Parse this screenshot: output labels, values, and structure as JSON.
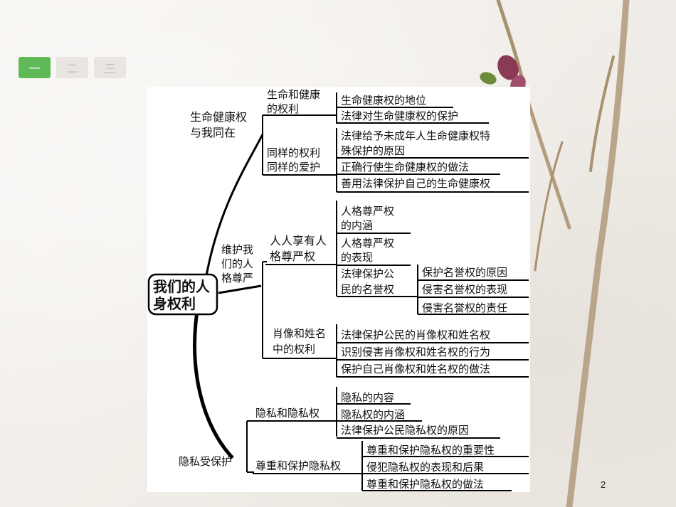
{
  "tabs": [
    {
      "label": "一",
      "active": true
    },
    {
      "label": "二",
      "active": false
    },
    {
      "label": "三",
      "active": false
    }
  ],
  "page_number": "2",
  "mindmap": {
    "root": [
      "我们的人",
      "身权利"
    ],
    "branch1": {
      "label": [
        "生命健康权",
        "与我同在"
      ],
      "sub1": {
        "label": [
          "生命和健康",
          "的权利"
        ],
        "leaves": [
          [
            "生命健康权的地位"
          ],
          [
            "法律对生命健康权的保护"
          ]
        ]
      },
      "sub2": {
        "label": [
          "同样的权利",
          "同样的爱护"
        ],
        "leaves": [
          [
            "法律给予未成年人生命健康权特",
            "殊保护的原因"
          ],
          [
            "正确行使生命健康权的做法"
          ],
          [
            "善用法律保护自己的生命健康权"
          ]
        ]
      }
    },
    "branch2": {
      "label": [
        "维护我",
        "们的人",
        "格尊严"
      ],
      "sub1": {
        "label": [
          "人人享有人",
          "格尊严权"
        ],
        "leaves": [
          [
            "人格尊严权",
            "的内涵"
          ],
          [
            "人格尊严权",
            "的表现"
          ],
          [
            "法律保护公",
            "民的名誉权"
          ]
        ],
        "subleaves": [
          [
            "保护名誉权的原因"
          ],
          [
            "侵害名誉权的表现"
          ],
          [
            "侵害名誉权的责任"
          ]
        ]
      },
      "sub2": {
        "label": [
          "肖像和姓名",
          "中的权利"
        ],
        "leaves": [
          [
            "法律保护公民的肖像权和姓名权"
          ],
          [
            "识别侵害肖像权和姓名权的行为"
          ],
          [
            "保护自己肖像权和姓名权的做法"
          ]
        ]
      }
    },
    "branch3": {
      "label": [
        "隐私受保护"
      ],
      "sub1": {
        "label": [
          "隐私和隐私权"
        ],
        "leaves": [
          [
            "隐私的内容"
          ],
          [
            "隐私权的内涵"
          ],
          [
            "法律保护公民隐私权的原因"
          ]
        ]
      },
      "sub2": {
        "label": [
          "尊重和保护隐私权"
        ],
        "leaves": [
          [
            "尊重和保护隐私权的重要性"
          ],
          [
            "侵犯隐私权的表现和后果"
          ],
          [
            "尊重和保护隐私权的做法"
          ]
        ]
      }
    }
  }
}
